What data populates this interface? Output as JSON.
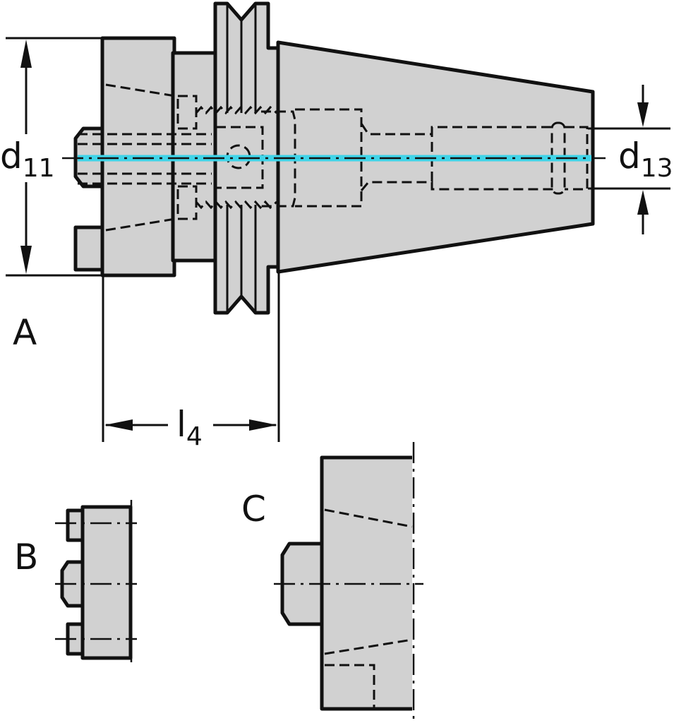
{
  "labels": {
    "view_a": "A",
    "view_b": "B",
    "view_c": "C",
    "d11_main": "d",
    "d11_sub": "11",
    "d13_main": "d",
    "d13_sub": "13",
    "l4_main": "l",
    "l4_sub": "4"
  },
  "colors": {
    "body_fill": "#d1d1d1",
    "outline": "#111111",
    "coolant_channel": "#3fd4e8",
    "background": "#ffffff"
  }
}
